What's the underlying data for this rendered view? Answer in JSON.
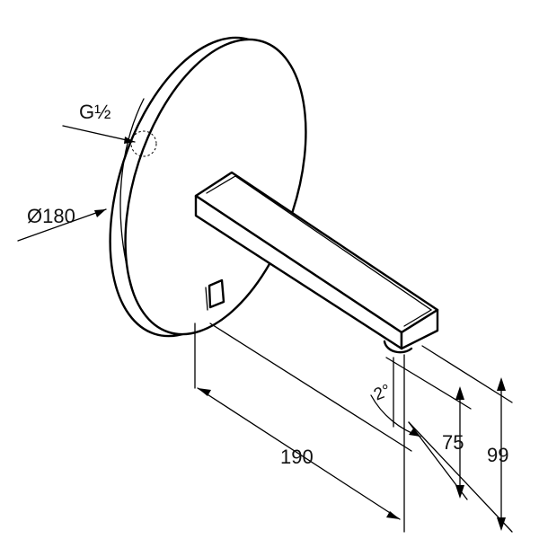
{
  "labels": {
    "thread": "G½",
    "diameter": "Ø180",
    "angle": "2°",
    "length": "190",
    "height_outlet": "75",
    "height_top": "99"
  }
}
